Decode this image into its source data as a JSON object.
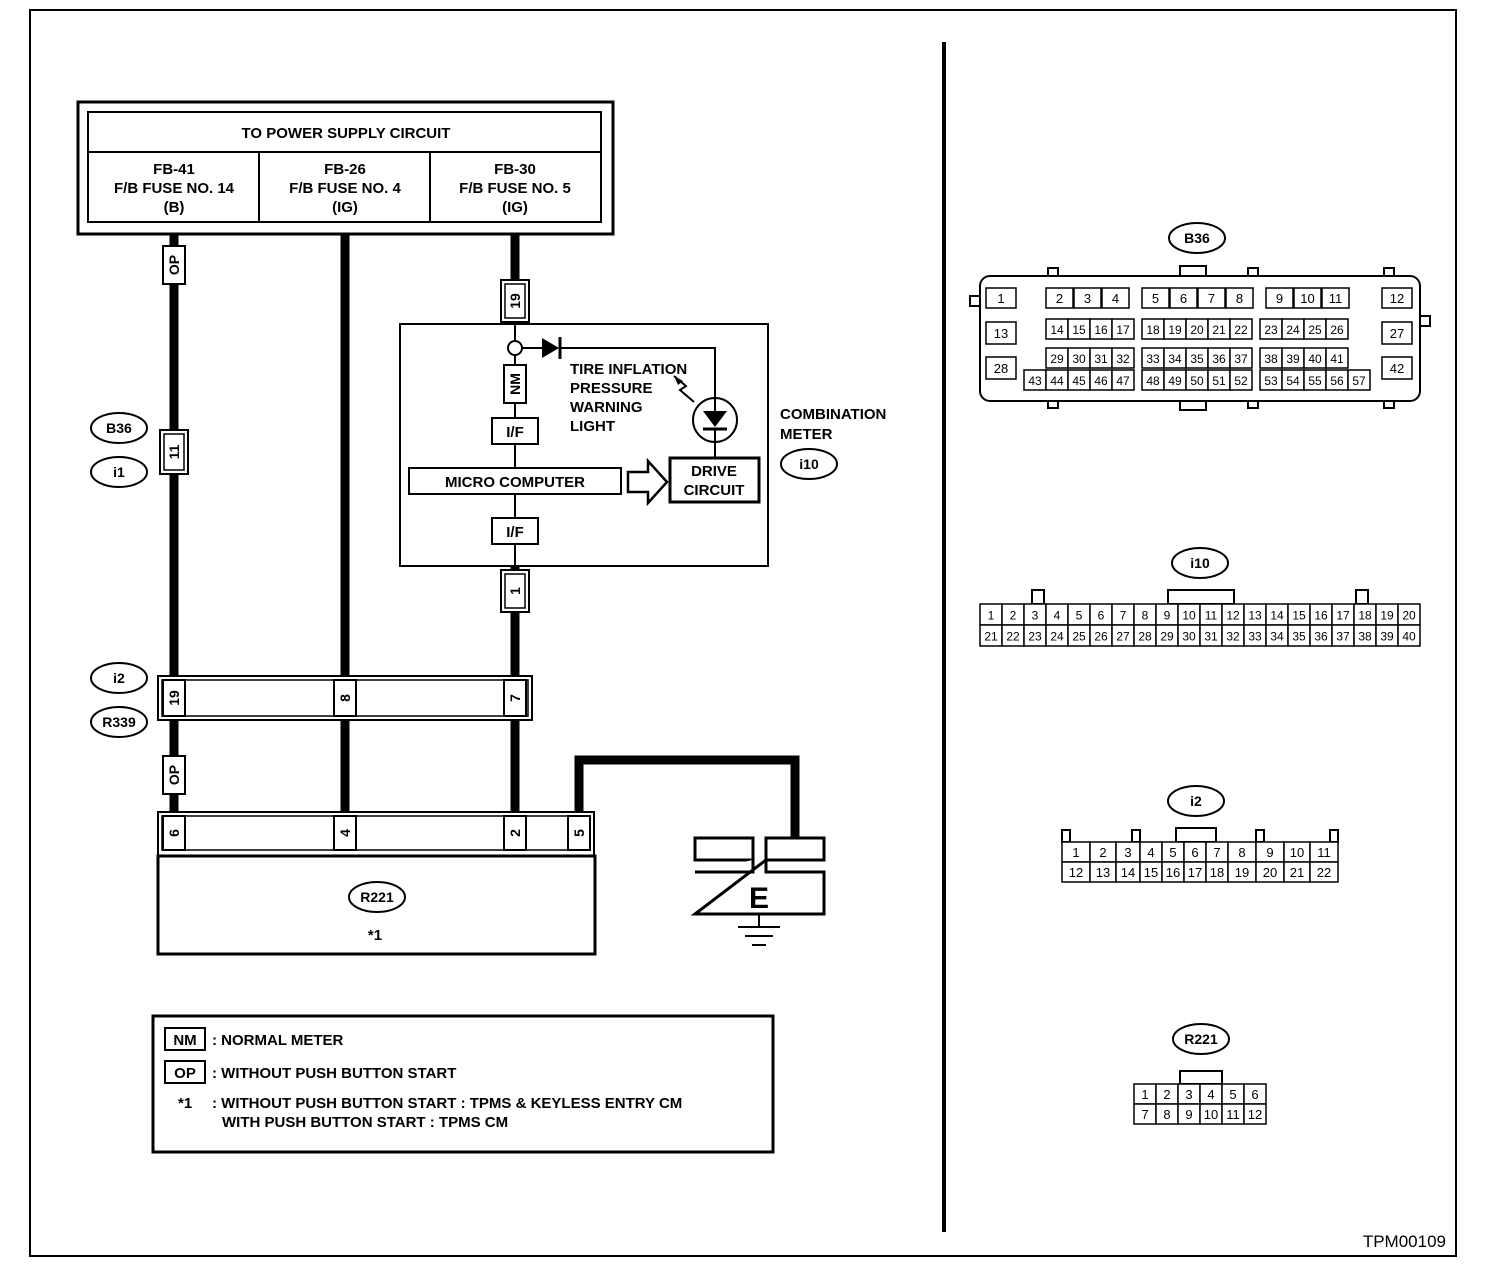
{
  "power_supply": {
    "title": "TO POWER SUPPLY CIRCUIT",
    "fuses": [
      {
        "id": "FB-41",
        "name": "F/B FUSE NO. 14",
        "type": "(B)"
      },
      {
        "id": "FB-26",
        "name": "F/B FUSE NO. 4",
        "type": "(IG)"
      },
      {
        "id": "FB-30",
        "name": "F/B FUSE NO. 5",
        "type": "(IG)"
      }
    ]
  },
  "wire_tags": {
    "op": "OP",
    "nm": "NM"
  },
  "connectors": {
    "b36": "B36",
    "i1": "i1",
    "i2": "i2",
    "r339": "R339",
    "i10": "i10",
    "r221": "R221"
  },
  "pins": {
    "p19": "19",
    "p11": "11",
    "p1": "1",
    "i2_19": "19",
    "i2_8": "8",
    "i2_7": "7",
    "r221_6": "6",
    "r221_4": "4",
    "r221_2": "2",
    "r221_5": "5"
  },
  "meter": {
    "title_line1": "COMBINATION",
    "title_line2": "METER",
    "warning_light": [
      "TIRE INFLATION",
      "PRESSURE",
      "WARNING",
      "LIGHT"
    ],
    "micro_computer": "MICRO COMPUTER",
    "drive_circuit": [
      "DRIVE",
      "CIRCUIT"
    ],
    "interface": "I/F"
  },
  "r221_note": "*1",
  "ground_label": "E",
  "legend": {
    "nm_tag": "NM",
    "nm_text": ": NORMAL METER",
    "op_tag": "OP",
    "op_text": ": WITHOUT PUSH BUTTON START",
    "note_mark": "*1",
    "note_line1": ": WITHOUT PUSH BUTTON START  : TPMS & KEYLESS ENTRY CM",
    "note_line2": "WITH PUSH BUTTON START  : TPMS CM"
  },
  "connector_faces": {
    "b36": {
      "label": "B36",
      "row1": [
        "1",
        "2",
        "3",
        "4",
        "5",
        "6",
        "7",
        "8",
        "9",
        "10",
        "11",
        "12"
      ],
      "row2": [
        "13",
        "14",
        "15",
        "16",
        "17",
        "18",
        "19",
        "20",
        "21",
        "22",
        "23",
        "24",
        "25",
        "26",
        "27"
      ],
      "row3": [
        "28",
        "29",
        "30",
        "31",
        "32",
        "33",
        "34",
        "35",
        "36",
        "37",
        "38",
        "39",
        "40",
        "41",
        "42"
      ],
      "row4": [
        "43",
        "44",
        "45",
        "46",
        "47",
        "48",
        "49",
        "50",
        "51",
        "52",
        "53",
        "54",
        "55",
        "56",
        "57"
      ]
    },
    "i10": {
      "label": "i10",
      "row1": [
        "1",
        "2",
        "3",
        "4",
        "5",
        "6",
        "7",
        "8",
        "9",
        "10",
        "11",
        "12",
        "13",
        "14",
        "15",
        "16",
        "17",
        "18",
        "19",
        "20"
      ],
      "row2": [
        "21",
        "22",
        "23",
        "24",
        "25",
        "26",
        "27",
        "28",
        "29",
        "30",
        "31",
        "32",
        "33",
        "34",
        "35",
        "36",
        "37",
        "38",
        "39",
        "40"
      ]
    },
    "i2": {
      "label": "i2",
      "row1": [
        "1",
        "2",
        "3",
        "4",
        "5",
        "6",
        "7",
        "8",
        "9",
        "10",
        "11"
      ],
      "row2": [
        "12",
        "13",
        "14",
        "15",
        "16",
        "17",
        "18",
        "19",
        "20",
        "21",
        "22"
      ]
    },
    "r221": {
      "label": "R221",
      "row1": [
        "1",
        "2",
        "3",
        "4",
        "5",
        "6"
      ],
      "row2": [
        "7",
        "8",
        "9",
        "10",
        "11",
        "12"
      ]
    }
  },
  "figure_code": "TPM00109"
}
